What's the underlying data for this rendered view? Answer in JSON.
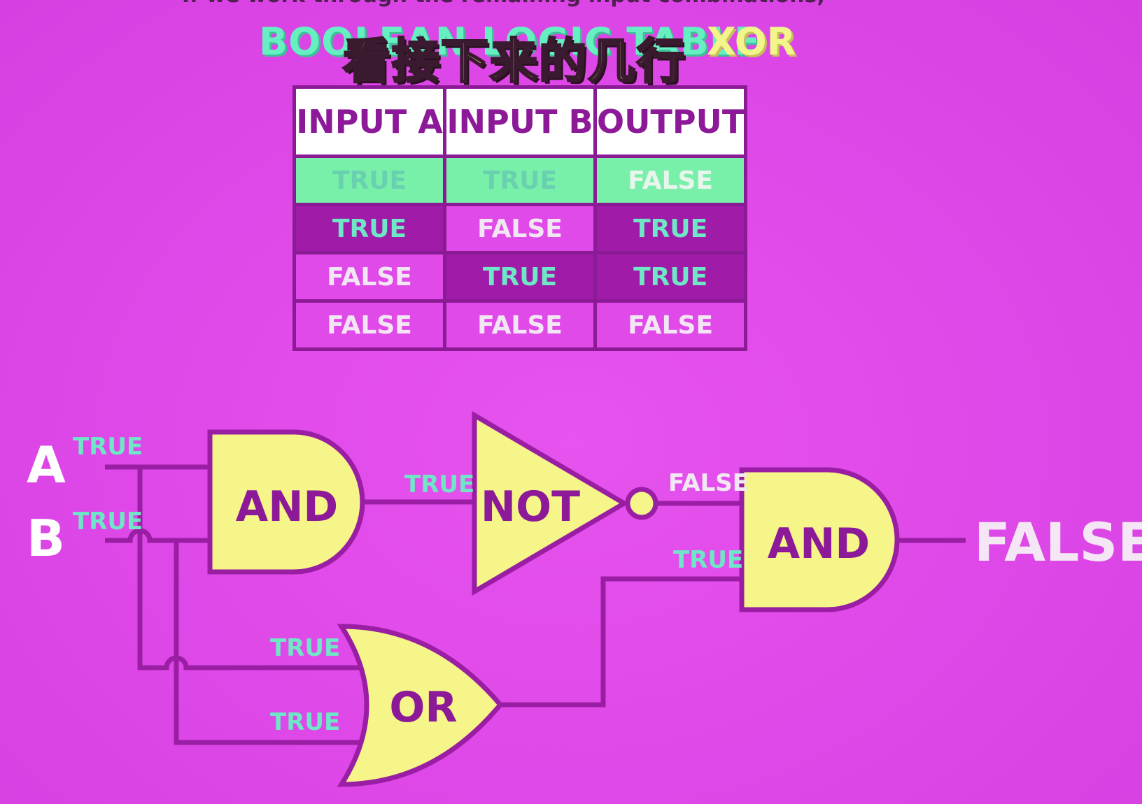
{
  "header": {
    "top_caption": "If we work through the remaining input combinations,",
    "title_left": "BOOLEAN LOGIC TABLE",
    "title_right": "XOR",
    "subtitle_cn": "看接下来的几行"
  },
  "truth_table": {
    "headers": [
      "INPUT A",
      "INPUT B",
      "OUTPUT"
    ],
    "rows": [
      [
        "TRUE",
        "TRUE",
        "FALSE"
      ],
      [
        "TRUE",
        "FALSE",
        "TRUE"
      ],
      [
        "FALSE",
        "TRUE",
        "TRUE"
      ],
      [
        "FALSE",
        "FALSE",
        "FALSE"
      ]
    ],
    "highlighted_row": 0
  },
  "circuit": {
    "inputs": [
      {
        "letter": "A",
        "signal": "TRUE"
      },
      {
        "letter": "B",
        "signal": "TRUE"
      }
    ],
    "gates": {
      "and1": "AND",
      "not1": "NOT",
      "or1": "OR",
      "and2": "AND"
    },
    "signals": {
      "and1_out": "TRUE",
      "not_out": "FALSE",
      "or_in_a": "TRUE",
      "or_in_b": "TRUE",
      "or_out": "TRUE"
    },
    "output": "FALSE"
  },
  "colors": {
    "background": "#e04ae9",
    "gate_fill": "#f5f58a",
    "wire": "#9a1ea3",
    "true_text": "#6fe6c6",
    "false_text": "#f2e8f3",
    "highlight_row": "#79f0a9"
  }
}
